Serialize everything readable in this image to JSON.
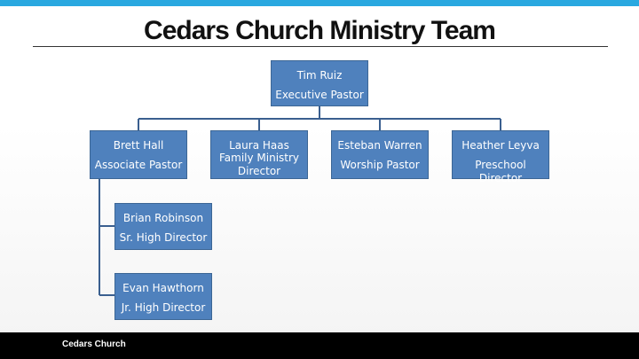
{
  "slide": {
    "title": "Cedars Church Ministry Team",
    "footer": "Cedars Church"
  },
  "colors": {
    "accent_bar": "#29a8e0",
    "node_fill": "#4f81bd",
    "connector": "#3a5f8f"
  },
  "org": {
    "root": {
      "name": "Tim Ruiz",
      "role": "Executive Pastor"
    },
    "level2": [
      {
        "name": "Brett Hall",
        "role": "Associate Pastor"
      },
      {
        "name": "Laura Haas",
        "role": "Family Ministry Director"
      },
      {
        "name": "Esteban Warren",
        "role": "Worship Pastor"
      },
      {
        "name": "Heather Leyva",
        "role": "Preschool Director"
      }
    ],
    "reports_of_brett": [
      {
        "name": "Brian Robinson",
        "role": "Sr. High Director"
      },
      {
        "name": "Evan Hawthorn",
        "role": "Jr. High Director"
      }
    ]
  }
}
